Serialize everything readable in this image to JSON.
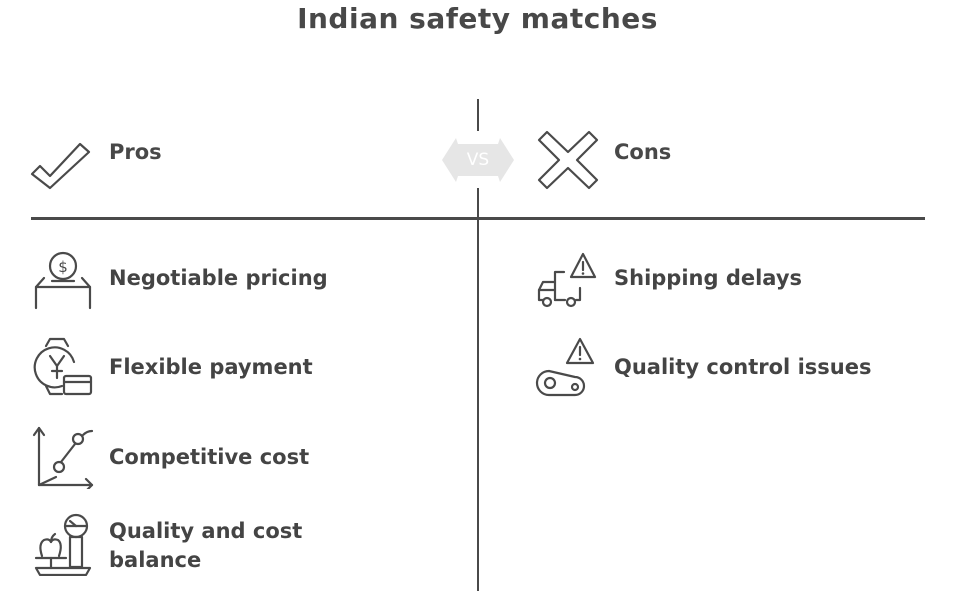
{
  "title": "Indian safety matches",
  "vs_label": "VS",
  "pros": {
    "header": "Pros",
    "header_icon": "checkmark-icon",
    "items": [
      {
        "label": "Negotiable pricing",
        "icon": "coin-deposit-icon"
      },
      {
        "label": "Flexible payment",
        "icon": "watch-card-payment-icon"
      },
      {
        "label": "Competitive cost",
        "icon": "growth-chart-icon"
      },
      {
        "label": "Quality and cost balance",
        "icon": "weighing-scale-icon"
      }
    ]
  },
  "cons": {
    "header": "Cons",
    "header_icon": "cross-icon",
    "items": [
      {
        "label": "Shipping delays",
        "icon": "truck-warning-icon"
      },
      {
        "label": "Quality control issues",
        "icon": "conveyor-warning-icon"
      }
    ]
  },
  "colors": {
    "text": "#484848",
    "lines": "#4a4a4a",
    "vs_badge": "#e6e6e6",
    "background": "#ffffff"
  }
}
